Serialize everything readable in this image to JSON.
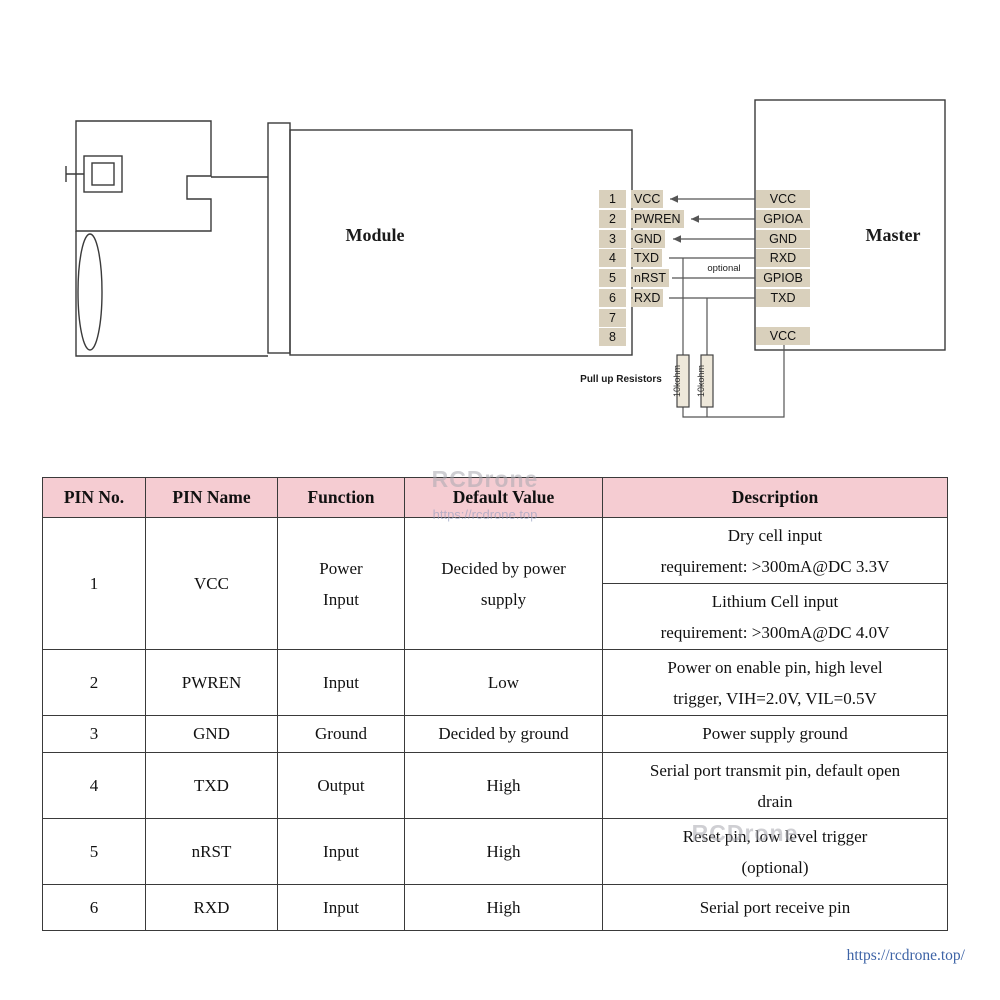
{
  "diagram": {
    "module_label": "Module",
    "master_label": "Master",
    "module_pin_numbers": [
      "1",
      "2",
      "3",
      "4",
      "5",
      "6",
      "7",
      "8"
    ],
    "module_pin_names": [
      "VCC",
      "PWREN",
      "GND",
      "TXD",
      "nRST",
      "RXD"
    ],
    "master_pin_names": [
      "VCC",
      "GPIOA",
      "GND",
      "RXD",
      "GPIOB",
      "TXD"
    ],
    "master_vcc_label": "VCC",
    "optional_label": "optional",
    "pullup_label": "Pull up Resistors",
    "resistor_value": "10kohm"
  },
  "table": {
    "headers": [
      "PIN No.",
      "PIN Name",
      "Function",
      "Default Value",
      "Description"
    ],
    "rows": [
      {
        "pin_no": "1",
        "pin_name": "VCC",
        "function_lines": [
          "Power",
          "Input"
        ],
        "default_lines": [
          "Decided by power",
          "supply"
        ],
        "descriptions": [
          [
            "Dry cell input",
            "requirement: >300mA@DC 3.3V"
          ],
          [
            "Lithium Cell input",
            "requirement: >300mA@DC 4.0V"
          ]
        ]
      },
      {
        "pin_no": "2",
        "pin_name": "PWREN",
        "function": "Input",
        "default_value": "Low",
        "description_lines": [
          "Power on enable pin, high level",
          "trigger, VIH=2.0V, VIL=0.5V"
        ]
      },
      {
        "pin_no": "3",
        "pin_name": "GND",
        "function": "Ground",
        "default_value": "Decided by ground",
        "description_lines": [
          "Power supply ground"
        ]
      },
      {
        "pin_no": "4",
        "pin_name": "TXD",
        "function": "Output",
        "default_value": "High",
        "description_lines": [
          "Serial port transmit pin, default open",
          "drain"
        ]
      },
      {
        "pin_no": "5",
        "pin_name": "nRST",
        "function": "Input",
        "default_value": "High",
        "description_lines": [
          "Reset pin, low level trigger",
          "(optional)"
        ]
      },
      {
        "pin_no": "6",
        "pin_name": "RXD",
        "function": "Input",
        "default_value": "High",
        "description_lines": [
          "Serial port receive pin"
        ]
      }
    ]
  },
  "watermarks": {
    "brand": "RCDrone",
    "url": "https://rcdrone.top",
    "footer_url": "https://rcdrone.top/"
  },
  "colors": {
    "header_bg": "#f5ccd2",
    "pin_label_bg": "#d9d0bc"
  }
}
